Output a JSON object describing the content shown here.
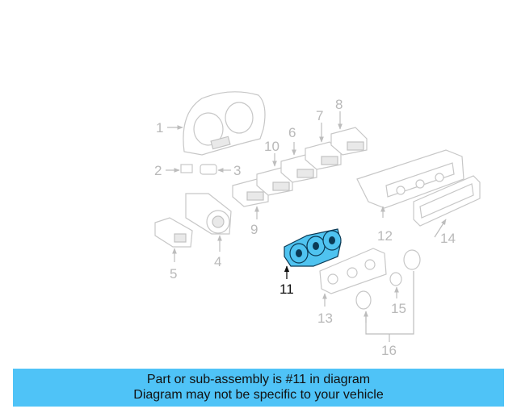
{
  "diagram": {
    "labels": [
      "1",
      "2",
      "3",
      "4",
      "5",
      "6",
      "7",
      "8",
      "9",
      "10",
      "11",
      "12",
      "13",
      "14",
      "15",
      "16"
    ],
    "highlighted_part": "11",
    "highlight_color": "#4fc3f0"
  },
  "banner": {
    "line1": "Part or sub-assembly is #11 in diagram",
    "line2": "Diagram may not be specific to your vehicle",
    "background": "#4fc3f7"
  }
}
